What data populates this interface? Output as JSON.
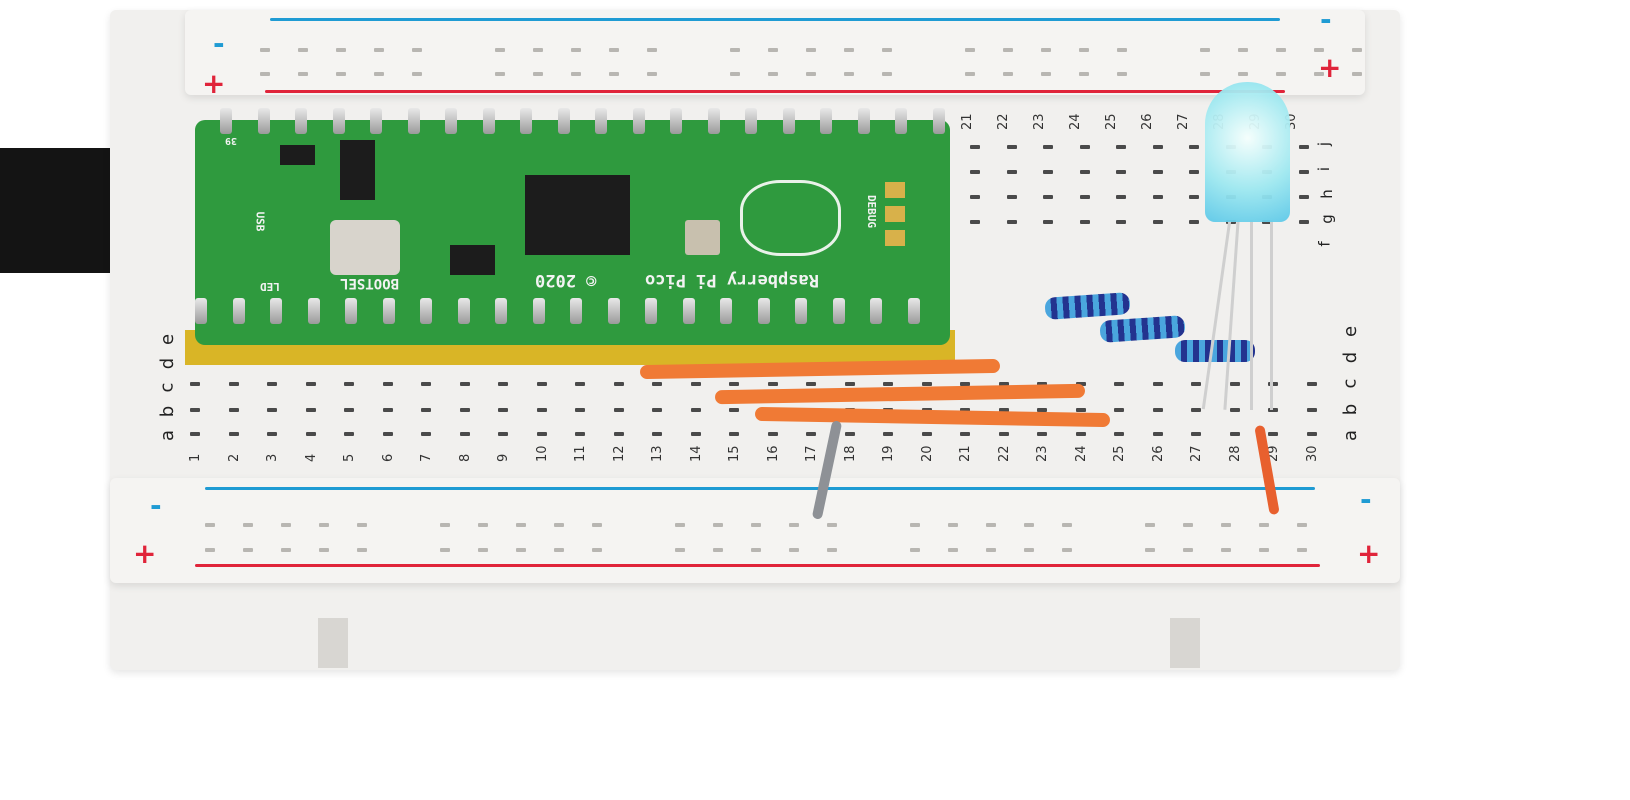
{
  "scene": {
    "description": "Raspberry Pi Pico mounted on a white half-size solderless breadboard, wired to an RGB LED through three resistors",
    "background_color": "#ffffff"
  },
  "breadboard": {
    "color": "#f1f0ee",
    "rail_colors": {
      "negative": "#1f9bd3",
      "positive": "#e0243a"
    },
    "top_rail": {
      "minus_label": "-",
      "plus_label": "+"
    },
    "bottom_rail": {
      "minus_label": "-",
      "plus_label": "+"
    },
    "top_row_labels": [
      "f",
      "g",
      "h",
      "i",
      "j"
    ],
    "bottom_row_labels": [
      "a",
      "b",
      "c",
      "d",
      "e"
    ],
    "column_numbers": [
      "1",
      "2",
      "3",
      "4",
      "5",
      "6",
      "7",
      "8",
      "9",
      "10",
      "11",
      "12",
      "13",
      "14",
      "15",
      "16",
      "17",
      "18",
      "19",
      "20",
      "21",
      "22",
      "23",
      "24",
      "25",
      "26",
      "27",
      "28",
      "29",
      "30"
    ]
  },
  "pico": {
    "board_name": "Raspberry Pi Pico",
    "copyright": "© 2020",
    "button_label": "BOOTSEL",
    "led_label": "LED",
    "usb_label": "USB",
    "debug_label": "DEBUG",
    "pin_label": "39",
    "pcb_color": "#2f9a3e",
    "header_color": "#d9b526"
  },
  "components": {
    "led": {
      "type": "RGB LED",
      "glow_color": "#9de8f0"
    },
    "resistors": [
      {
        "id": "r1"
      },
      {
        "id": "r2"
      },
      {
        "id": "r3"
      }
    ],
    "jumper_wires": [
      {
        "color": "orange",
        "hex": "#f07a35"
      },
      {
        "color": "orange",
        "hex": "#f07a35"
      },
      {
        "color": "orange",
        "hex": "#f07a35"
      },
      {
        "color": "gray",
        "hex": "#8e9196"
      },
      {
        "color": "red-orange",
        "hex": "#e8602e"
      }
    ],
    "usb_cable": {
      "color": "#141414"
    }
  }
}
